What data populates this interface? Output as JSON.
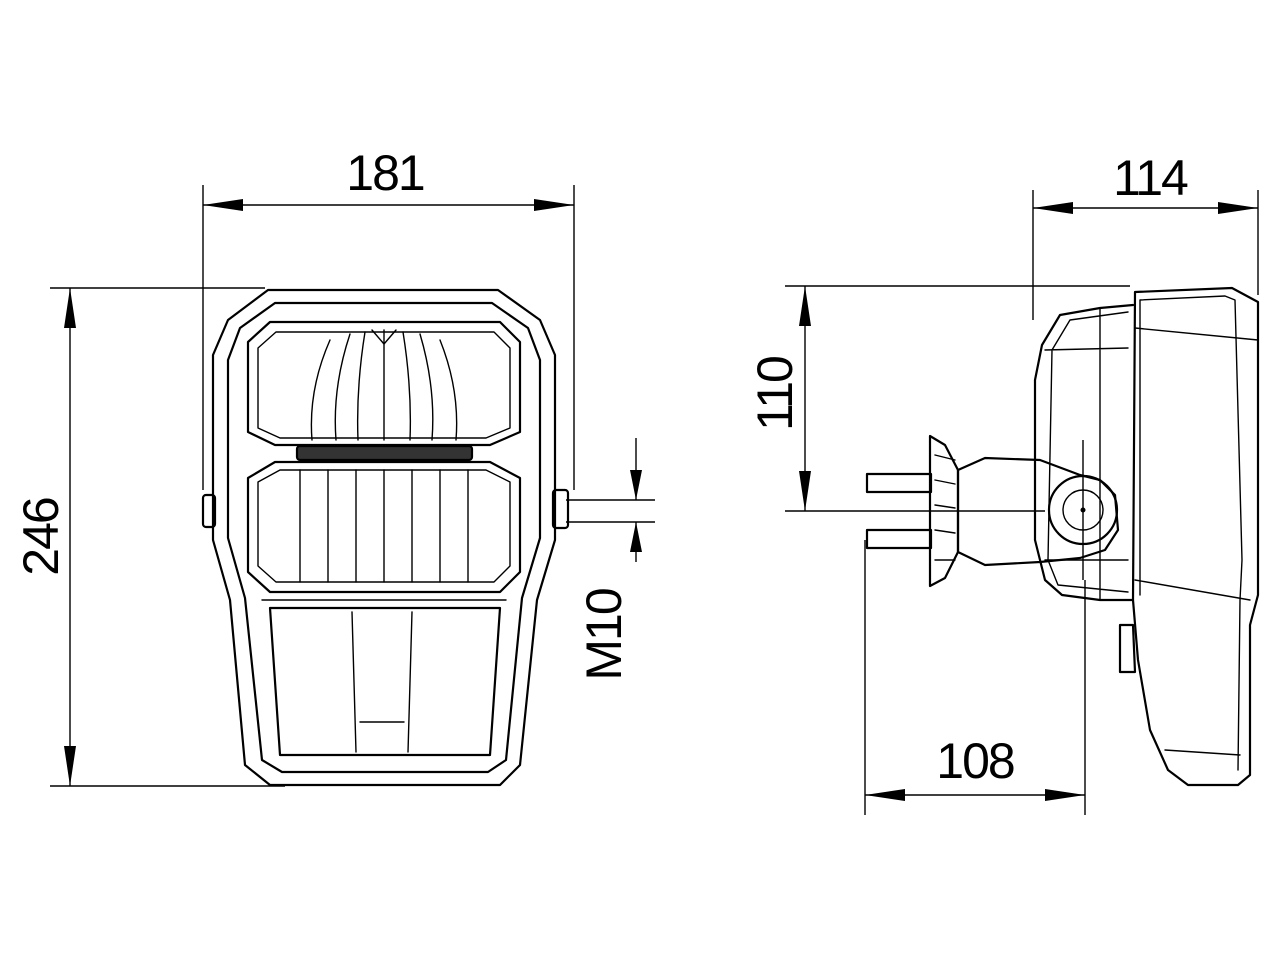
{
  "dimensions": {
    "front_width": "181",
    "front_height": "246",
    "thread": "M10",
    "side_depth": "114",
    "side_mount_height": "110",
    "side_mount_depth": "108"
  },
  "colors": {
    "line": "#000000",
    "background": "#ffffff"
  }
}
